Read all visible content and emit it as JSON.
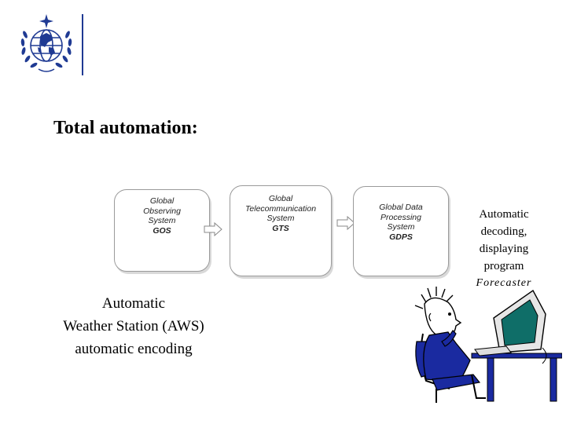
{
  "slide": {
    "title": "Total automation:"
  },
  "boxes": {
    "gos": {
      "lines": [
        "Global",
        "Observing",
        "System"
      ],
      "abbr": "GOS"
    },
    "gts": {
      "lines": [
        "Global",
        "Telecommunication",
        "System"
      ],
      "abbr": "GTS"
    },
    "gdps": {
      "lines": [
        "Global Data",
        "Processing",
        "System"
      ],
      "abbr": "GDPS"
    }
  },
  "captions": {
    "left": [
      "Automatic",
      "Weather Station (AWS)",
      "automatic encoding"
    ],
    "right": [
      "Automatic",
      "decoding,",
      "displaying",
      "program"
    ],
    "forecaster": "Forecaster"
  },
  "colors": {
    "logo_blue": "#1f3a93",
    "box_border": "#9a9a9a",
    "monitor_screen": "#0f6e68",
    "figure_blue": "#1a2aa0"
  },
  "icons": {
    "logo": "wmo-emblem-icon",
    "arrow": "outline-arrow-icon",
    "illustration": "forecaster-at-computer-icon"
  }
}
